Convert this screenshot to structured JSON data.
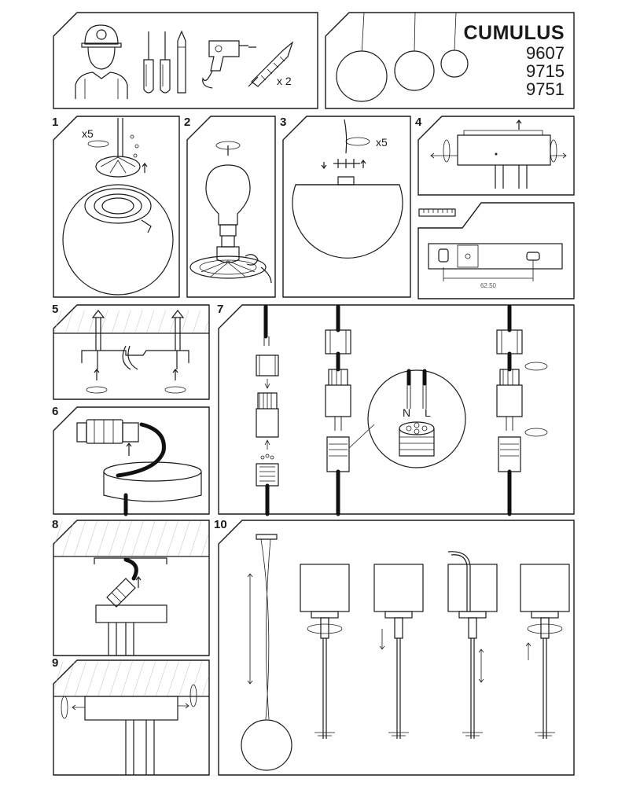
{
  "header": {
    "brand": "CUMULUS",
    "models": [
      "9607",
      "9715",
      "9751"
    ],
    "anchor_quantity": "x 2"
  },
  "steps": {
    "s1": {
      "number": "1",
      "screw_count": "x5"
    },
    "s2": {
      "number": "2"
    },
    "s3": {
      "number": "3",
      "screw_count": "x5"
    },
    "s4": {
      "number": "4",
      "dimension": "62.50"
    },
    "s5": {
      "number": "5"
    },
    "s6": {
      "number": "6"
    },
    "s7": {
      "number": "7",
      "live_label": "L",
      "neutral_label": "N"
    },
    "s8": {
      "number": "8"
    },
    "s9": {
      "number": "9"
    },
    "s10": {
      "number": "10"
    }
  },
  "icons": [
    "electrician-helmet-icon",
    "screwdriver-icon",
    "pencil-icon",
    "drill-icon",
    "wall-anchor-icon",
    "rotate-arrow-icon",
    "up-arrow-icon",
    "ruler-icon"
  ],
  "colors": {
    "line": "#1a1a1a",
    "cable": "#111111",
    "ceiling_hatch": "#9a9a9a",
    "paper": "#ffffff"
  }
}
